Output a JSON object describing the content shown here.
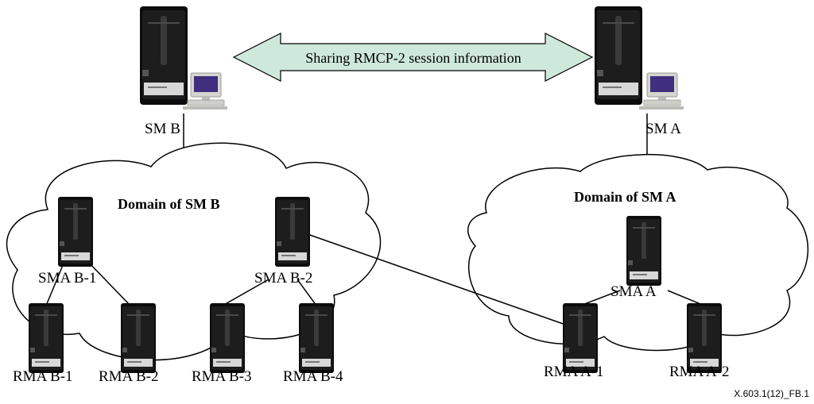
{
  "arrow": {
    "label": "Sharing RMCP-2 session information",
    "fill_color": "#cfe8dc"
  },
  "domains": [
    {
      "id": "domain-b",
      "title": "Domain of SM B"
    },
    {
      "id": "domain-a",
      "title": "Domain of SM A"
    }
  ],
  "nodes": [
    {
      "id": "sm-b",
      "label": "SM B",
      "kind": "manager-workstation"
    },
    {
      "id": "sm-a",
      "label": "SM A",
      "kind": "manager-workstation"
    },
    {
      "id": "sma-b-1",
      "label": "SMA B-1",
      "kind": "server-tower"
    },
    {
      "id": "sma-b-2",
      "label": "SMA B-2",
      "kind": "server-tower"
    },
    {
      "id": "sma-a",
      "label": "SMA A",
      "kind": "server-tower"
    },
    {
      "id": "rma-b-1",
      "label": "RMA B-1",
      "kind": "server-tower"
    },
    {
      "id": "rma-b-2",
      "label": "RMA B-2",
      "kind": "server-tower"
    },
    {
      "id": "rma-b-3",
      "label": "RMA B-3",
      "kind": "server-tower"
    },
    {
      "id": "rma-b-4",
      "label": "RMA B-4",
      "kind": "server-tower"
    },
    {
      "id": "rma-a-1",
      "label": "RMA A-1",
      "kind": "server-tower"
    },
    {
      "id": "rma-a-2",
      "label": "RMA A-2",
      "kind": "server-tower"
    }
  ],
  "links": [
    {
      "from": "sm-b",
      "to": "domain-b"
    },
    {
      "from": "sm-a",
      "to": "domain-a"
    },
    {
      "from": "sma-b-1",
      "to": "rma-b-1"
    },
    {
      "from": "sma-b-1",
      "to": "rma-b-2"
    },
    {
      "from": "sma-b-2",
      "to": "rma-b-3"
    },
    {
      "from": "sma-b-2",
      "to": "rma-b-4"
    },
    {
      "from": "sma-a",
      "to": "rma-a-1"
    },
    {
      "from": "sma-a",
      "to": "rma-a-2"
    },
    {
      "from": "sma-b-2",
      "to": "rma-a-1"
    }
  ],
  "figure_id": "X.603.1(12)_FB.1",
  "icons": {
    "server": "server-tower-icon",
    "workstation": "desktop-computer-icon"
  }
}
